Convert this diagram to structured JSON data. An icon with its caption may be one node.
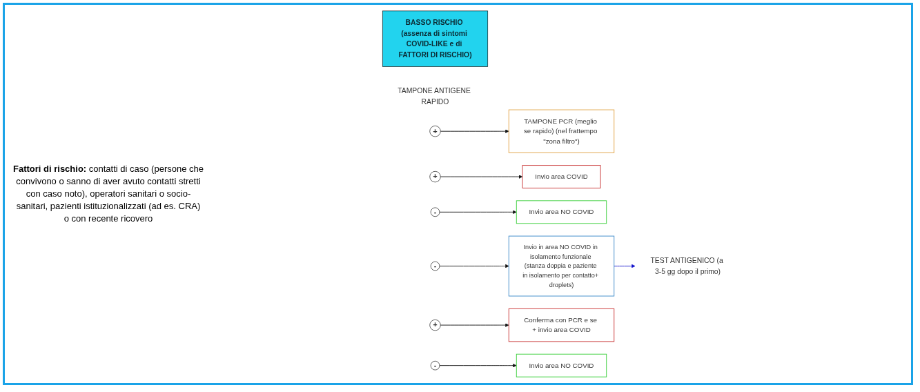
{
  "diagram": {
    "nodes": [
      {
        "text": [
          "BASSO RISCHIO (assenza di sintomi COVID-LIKE e di FATTORI DI RISCHIO)"
        ]
      },
      {
        "text": [
          "TAMPONE ANTIGENE RAPIDO"
        ]
      },
      {
        "text": [
          "+"
        ]
      },
      {
        "text": [
          "TAMPONE PCR (meglio se rapido) (nel frattempo \"zona filtro\")"
        ]
      },
      {
        "text": [
          "+"
        ]
      },
      {
        "text": [
          "Invio area COVID"
        ]
      },
      {
        "text": [
          "-"
        ]
      },
      {
        "text": [
          "Invio area NO COVID"
        ]
      },
      {
        "text": [
          "-"
        ]
      },
      {
        "text": [
          "Invio in area NO COVID in isolamento funzionale (stanza doppia e paziente in isolamento per contatto+ droplets)"
        ]
      },
      {
        "text": [
          "TEST ANTIGENICO (a 3-5 gg dopo il primo)"
        ]
      },
      {
        "text": [
          "+"
        ]
      },
      {
        "text": [
          "Conferma con PCR e se + invio area COVID"
        ]
      },
      {
        "text": [
          "-"
        ]
      },
      {
        "text": [
          "Invio area NO COVID"
        ]
      }
    ],
    "edges": [
      {
        "from": 2,
        "to": 3,
        "arrow": "to"
      },
      {
        "from": 4,
        "to": 5,
        "arrow": "to"
      },
      {
        "from": 6,
        "to": 7,
        "arrow": "to"
      },
      {
        "from": 8,
        "to": 9,
        "arrow": "to"
      },
      {
        "from": 9,
        "to": 10,
        "arrow": "to",
        "color": "#1010cc"
      },
      {
        "from": 11,
        "to": 12,
        "arrow": "to"
      },
      {
        "from": 13,
        "to": 14,
        "arrow": "to"
      }
    ],
    "labels": [
      "**Fattori di rischio:** contatti di caso (persone che convivono o sanno di aver avuto contatti stretti con caso noto), operatori sanitari o socio-sanitari, pazienti istituzionalizzati (ad es. CRA) o con recente ricovero"
    ]
  }
}
